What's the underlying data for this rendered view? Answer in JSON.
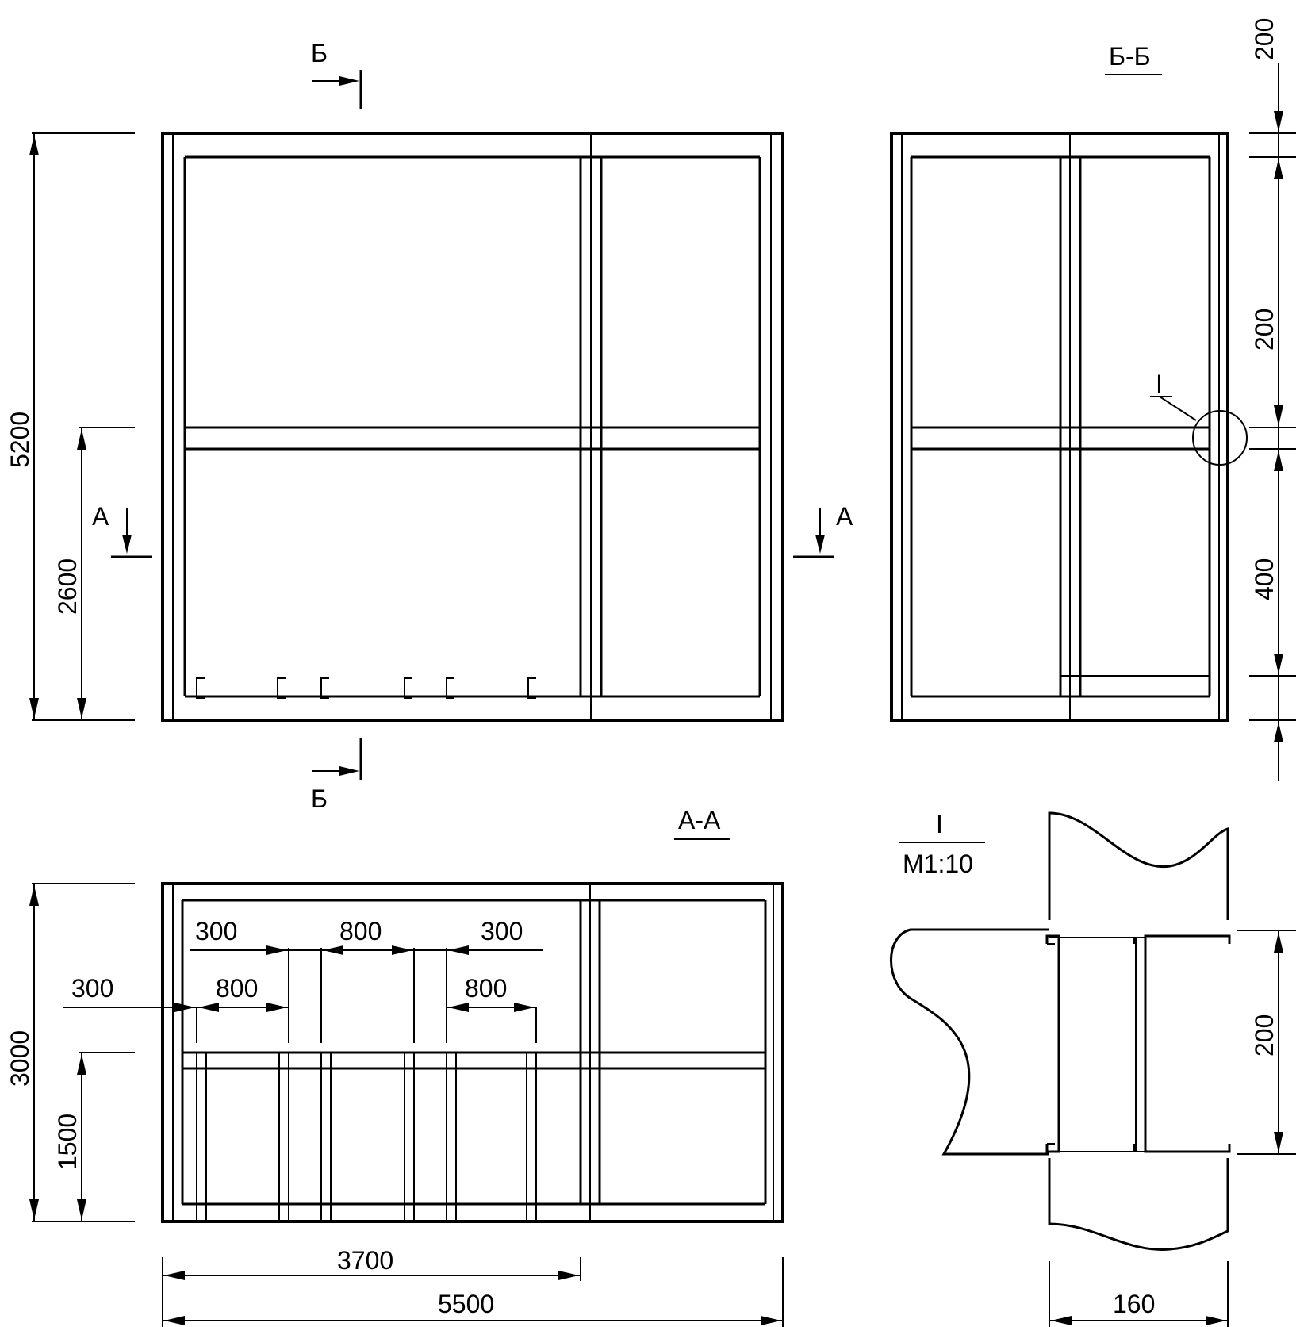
{
  "plan": {
    "section_b_top": "Б",
    "section_b_bottom": "Б",
    "section_a_left": "А",
    "section_a_right": "А",
    "dim_total_height": "5200",
    "dim_lower_height": "2600"
  },
  "section_bb": {
    "title": "Б-Б",
    "callout": "I",
    "dims_right": [
      "200",
      "200",
      "400"
    ]
  },
  "section_aa": {
    "title": "А-А",
    "dim_total_height": "3000",
    "dim_lower_height": "1500",
    "dim_partial_width": "3700",
    "dim_total_width": "5500",
    "spacing_labels": [
      "300",
      "800",
      "300",
      "300",
      "800",
      "800"
    ]
  },
  "detail_1": {
    "label": "I",
    "scale": "М1:10",
    "dim_height": "200",
    "dim_width": "160"
  }
}
